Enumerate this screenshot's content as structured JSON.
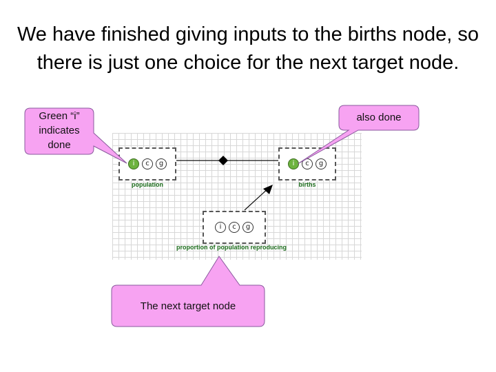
{
  "slide": {
    "title": "We have finished giving inputs to the births node, so there is just one choice for the next target node."
  },
  "diagram": {
    "nodes": [
      {
        "id": "population",
        "label": "population",
        "indicators": [
          "i",
          "c",
          "g"
        ],
        "i_done": true
      },
      {
        "id": "births",
        "label": "births",
        "indicators": [
          "i",
          "c",
          "g"
        ],
        "i_done": true
      },
      {
        "id": "proportion",
        "label": "proportion of population reproducing",
        "indicators": [
          "i",
          "c",
          "g"
        ],
        "i_done": false
      }
    ]
  },
  "callouts": {
    "green_i": "Green “i” indicates done",
    "also_done": "also done",
    "next_target": "The next target node"
  },
  "colors": {
    "callout_fill": "#f7a3f2",
    "callout_stroke": "#8a5a9e",
    "done_indicator": "#6db33f",
    "node_label": "#1a6b1a"
  }
}
